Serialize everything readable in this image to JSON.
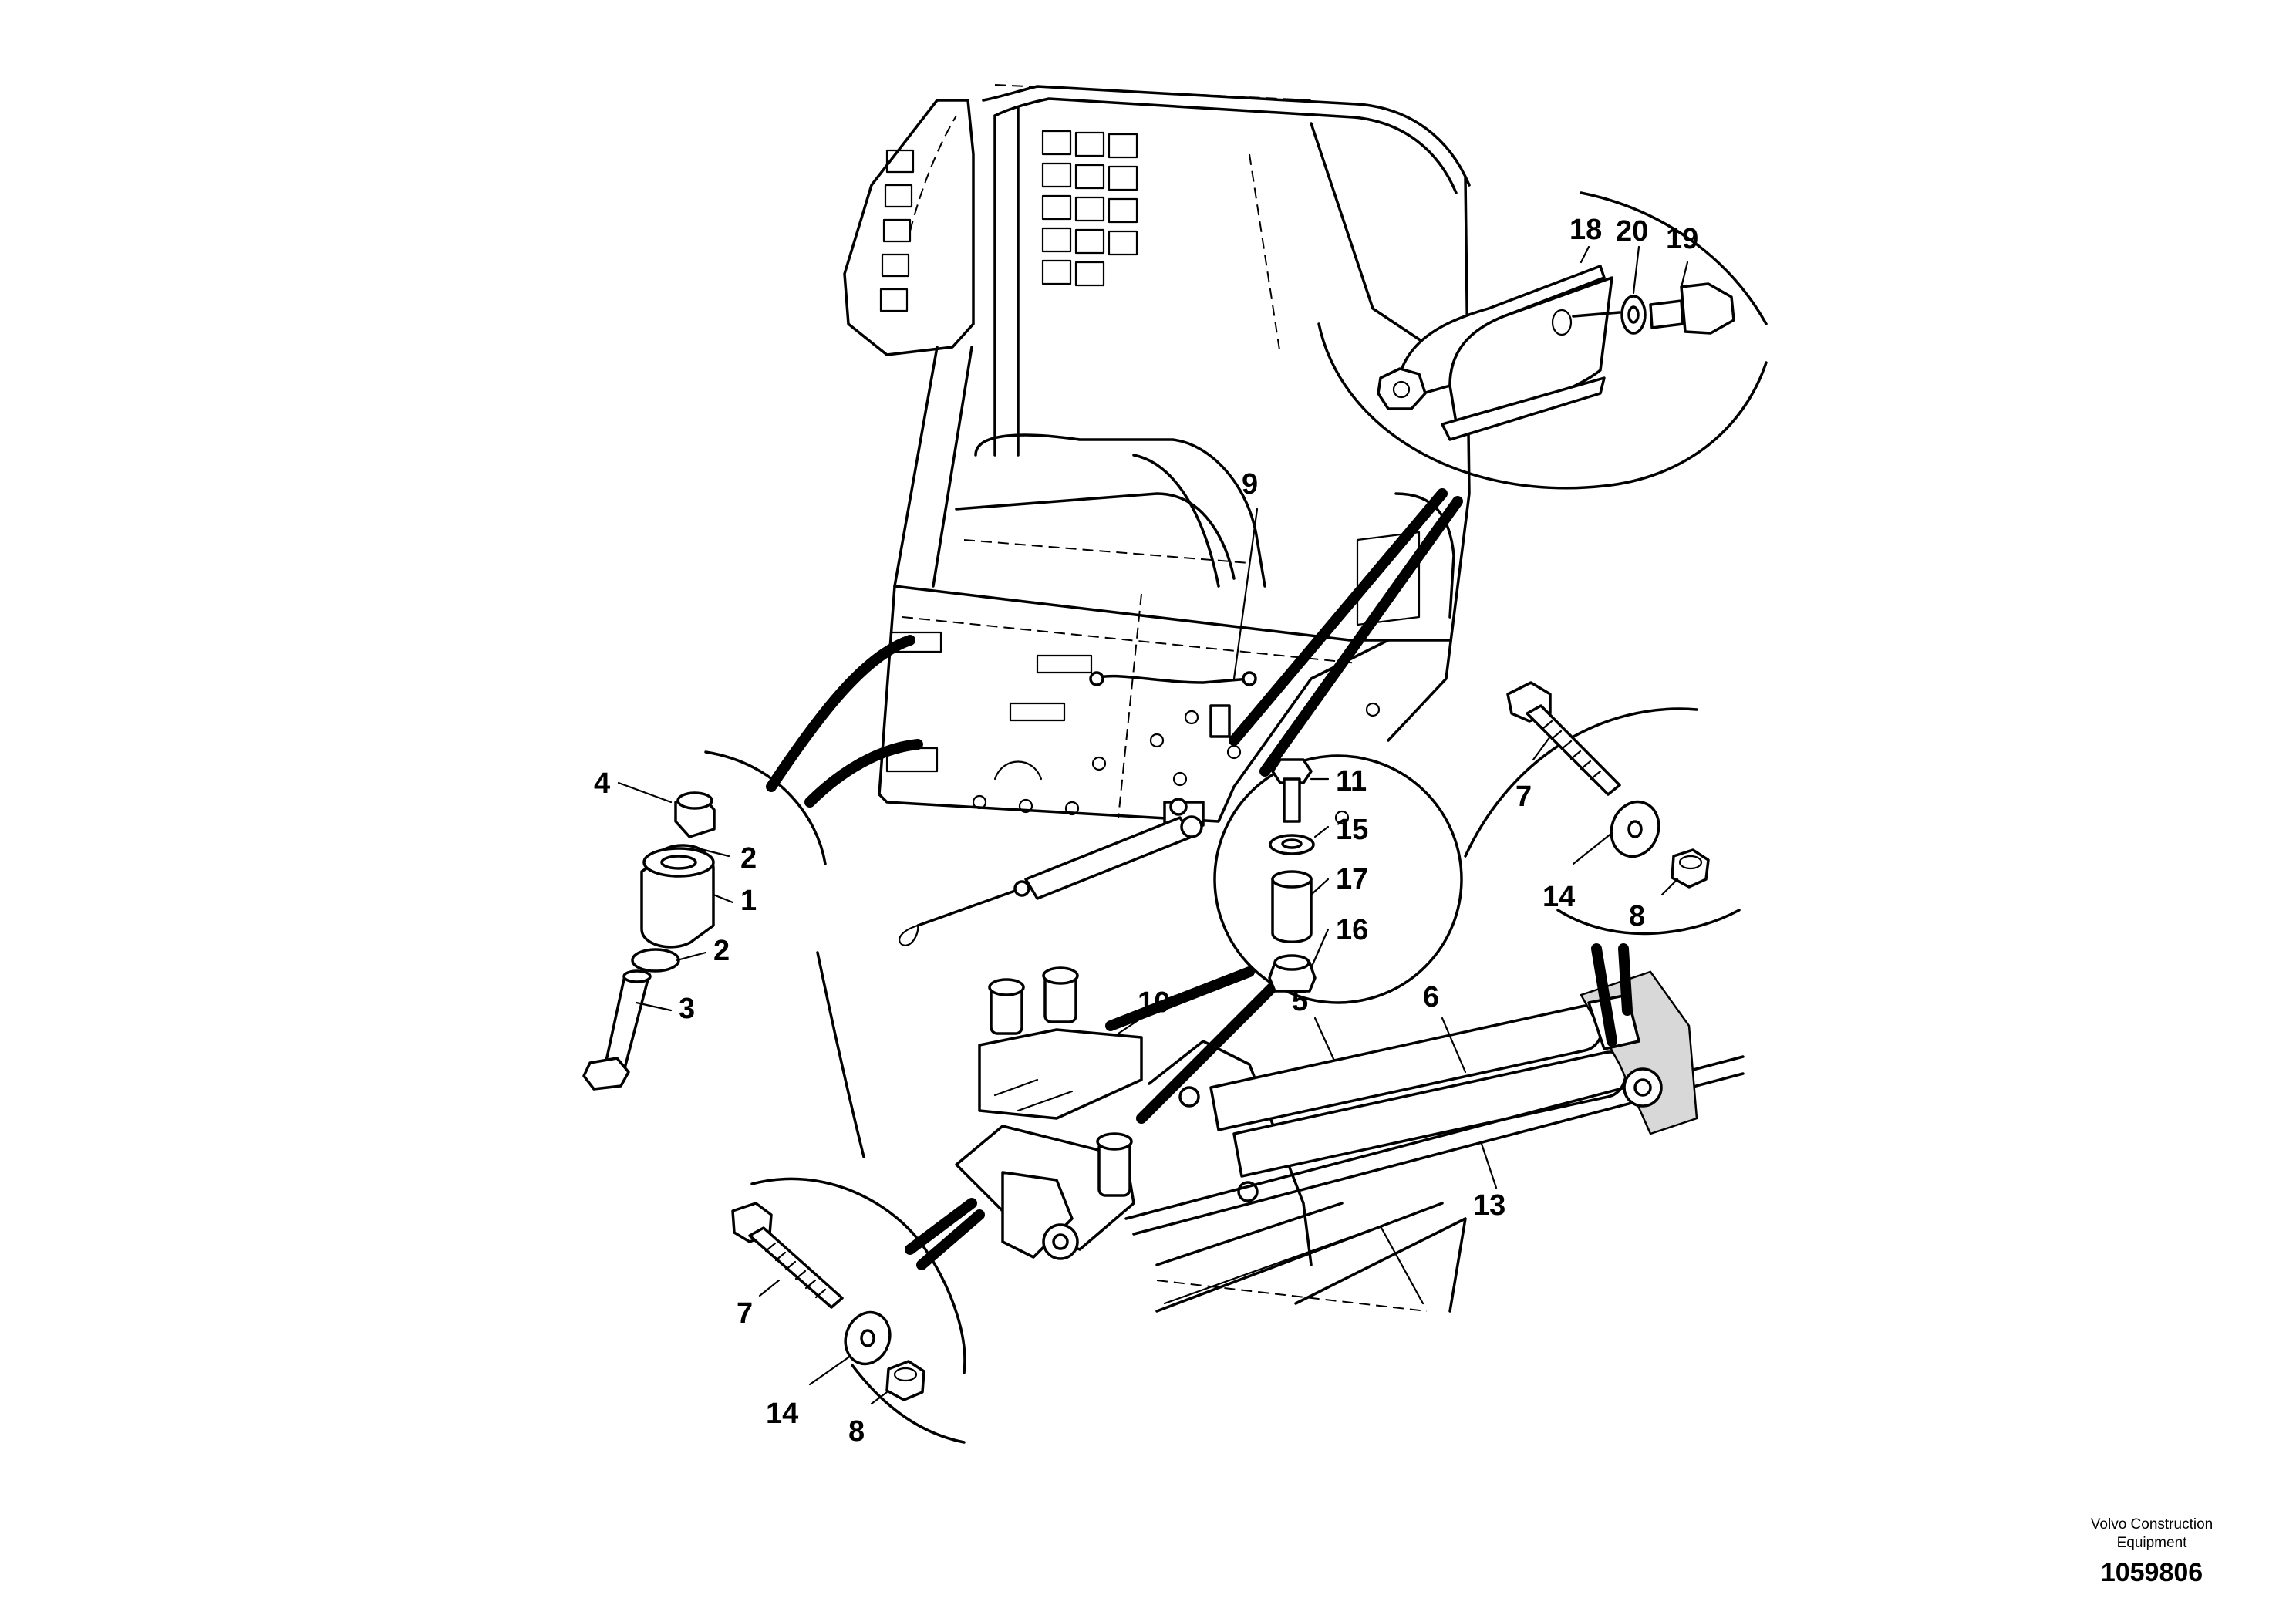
{
  "labels": {
    "l1": "1",
    "l2a": "2",
    "l2b": "2",
    "l3": "3",
    "l4": "4",
    "l5": "5",
    "l6": "6",
    "l7a": "7",
    "l7b": "7",
    "l8a": "8",
    "l8b": "8",
    "l9": "9",
    "l10": "10",
    "l11": "11",
    "l13": "13",
    "l14a": "14",
    "l14b": "14",
    "l15": "15",
    "l16": "16",
    "l17": "17",
    "l18": "18",
    "l19": "19",
    "l20": "20"
  },
  "footer": {
    "company_line1": "Volvo Construction",
    "company_line2": "Equipment",
    "drawing_number": "1059806"
  }
}
